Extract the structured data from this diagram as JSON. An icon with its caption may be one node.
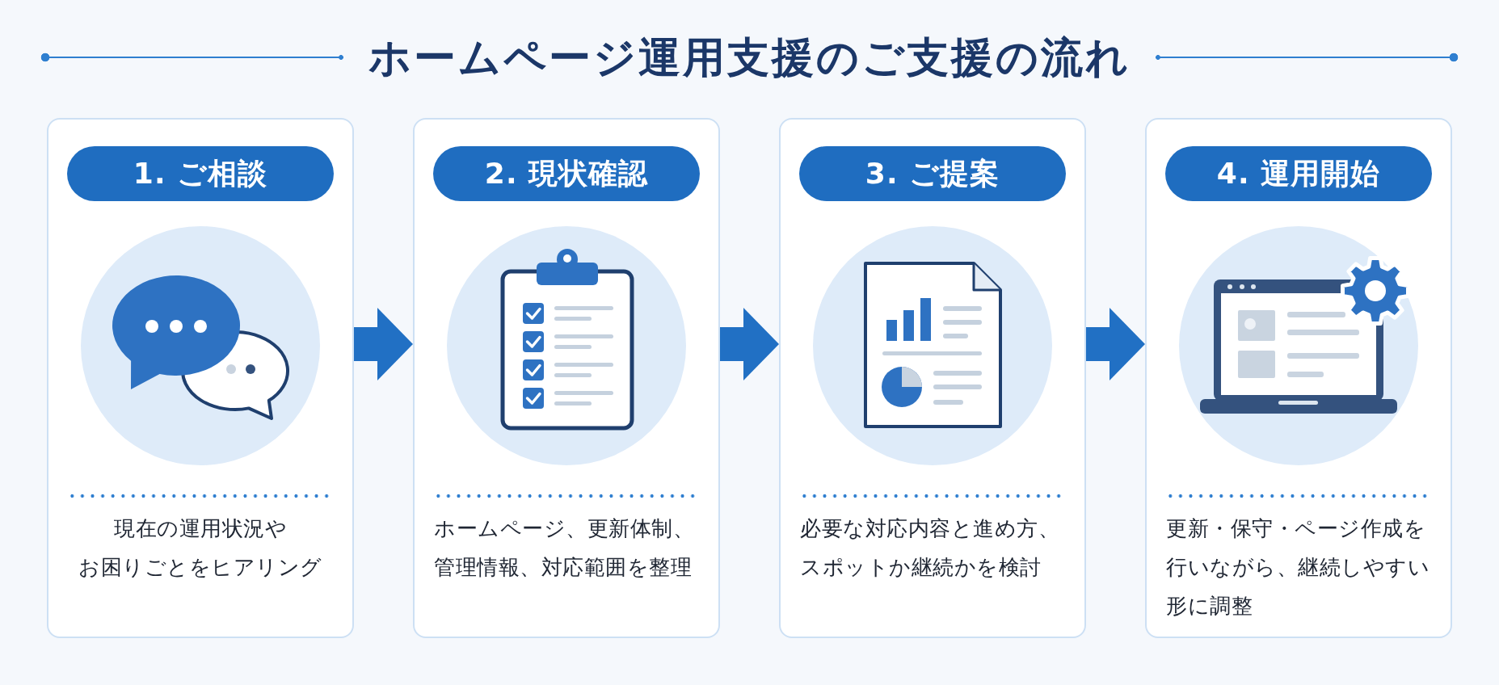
{
  "diagram": {
    "title": "ホームページ運用支援のご支援の流れ",
    "nodes": [
      {
        "text": [
          "現在の運用状況やお困りごとをヒアリング"
        ]
      },
      {
        "text": [
          "1. ご相談"
        ],
        "in": 0
      },
      {
        "text": [
          "ホームページ、更新体制、管理情報、対応範囲を整理"
        ]
      },
      {
        "text": [
          "2. 現状確認"
        ],
        "in": 2
      },
      {
        "text": [
          "必要な対応内容と進め方、スポットか継続かを検討"
        ]
      },
      {
        "text": [
          "3. ご提案"
        ],
        "in": 4
      },
      {
        "text": [
          "更新・保守・ページ作成を行いながら、継続しやすい形に調整"
        ]
      },
      {
        "text": [
          "4. 運用開始"
        ],
        "in": 6
      }
    ],
    "edges": [
      {
        "from": 0,
        "to": 2,
        "arrow": "to"
      },
      {
        "from": 2,
        "to": 4,
        "arrow": "to"
      },
      {
        "from": 4,
        "to": 6,
        "arrow": "to"
      }
    ]
  }
}
